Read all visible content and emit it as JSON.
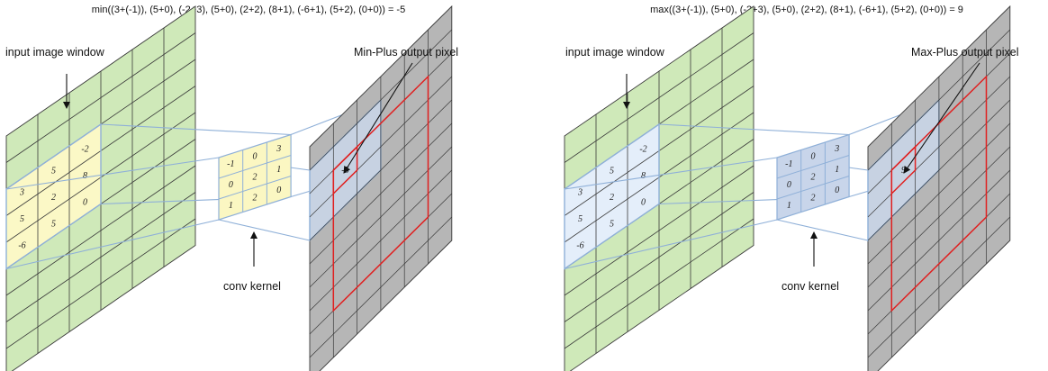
{
  "panels": [
    {
      "equation": "min((3+(-1)), (5+0), (-2+3), (5+0), (2+2), (8+1), (-6+1), (5+2), (0+0)) = -5",
      "input_label": "input image window",
      "kernel_label": "conv kernel",
      "output_label": "Min-Plus output pixel",
      "output_value": "-5",
      "window_color": "#fbf8c6",
      "kernel_color": "#fbf7c2",
      "input_grid": [
        [
          "",
          "",
          "",
          "",
          "",
          ""
        ],
        [
          "",
          "",
          "",
          "",
          "",
          ""
        ],
        [
          "3",
          "5",
          "-2",
          "",
          "",
          ""
        ],
        [
          "5",
          "2",
          "8",
          "",
          "",
          ""
        ],
        [
          "-6",
          "5",
          "0",
          "",
          "",
          ""
        ],
        [
          "",
          "",
          "",
          "",
          "",
          ""
        ],
        [
          "",
          "",
          "",
          "",
          "",
          ""
        ],
        [
          "",
          "",
          "",
          "",
          "",
          ""
        ],
        [
          "",
          "",
          "",
          "",
          "",
          ""
        ]
      ],
      "kernel_grid": [
        [
          "-1",
          "0",
          "3"
        ],
        [
          "0",
          "2",
          "1"
        ],
        [
          "1",
          "2",
          "0"
        ]
      ]
    },
    {
      "equation": "max((3+(-1)), (5+0), (-2+3), (5+0), (2+2), (8+1), (-6+1), (5+2), (0+0)) = 9",
      "input_label": "input image window",
      "kernel_label": "conv kernel",
      "output_label": "Max-Plus output pixel",
      "output_value": "9",
      "window_color": "#e4eefa",
      "kernel_color": "#c8d5ea",
      "input_grid": [
        [
          "",
          "",
          "",
          "",
          "",
          ""
        ],
        [
          "",
          "",
          "",
          "",
          "",
          ""
        ],
        [
          "3",
          "5",
          "-2",
          "",
          "",
          ""
        ],
        [
          "5",
          "2",
          "8",
          "",
          "",
          ""
        ],
        [
          "-6",
          "5",
          "0",
          "",
          "",
          ""
        ],
        [
          "",
          "",
          "",
          "",
          "",
          ""
        ],
        [
          "",
          "",
          "",
          "",
          "",
          ""
        ],
        [
          "",
          "",
          "",
          "",
          "",
          ""
        ],
        [
          "",
          "",
          "",
          "",
          "",
          ""
        ]
      ],
      "kernel_grid": [
        [
          "-1",
          "0",
          "3"
        ],
        [
          "0",
          "2",
          "1"
        ],
        [
          "1",
          "2",
          "0"
        ]
      ]
    }
  ],
  "colors": {
    "input_fill": "#cfe9b9",
    "output_fill": "#b6b6b6",
    "grid_line": "#3a3a3a",
    "connector": "#8fb0d8",
    "highlight": "#e02020"
  }
}
